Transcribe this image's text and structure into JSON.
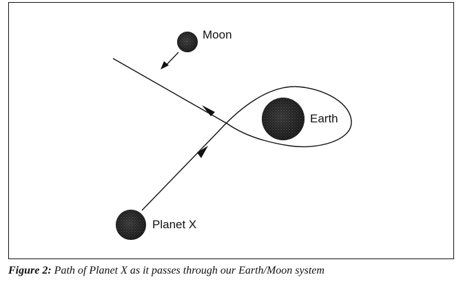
{
  "bodies": {
    "moon": {
      "label": "Moon",
      "icon": "moon-icon"
    },
    "earth": {
      "label": "Earth",
      "icon": "earth-icon"
    },
    "planet_x": {
      "label": "Planet X",
      "icon": "planet-x-icon"
    }
  },
  "caption": {
    "figure_number": "Figure 2:",
    "text": "Path of Planet X as it passes through our Earth/Moon system"
  },
  "colors": {
    "ink": "#111111",
    "background": "#ffffff"
  }
}
